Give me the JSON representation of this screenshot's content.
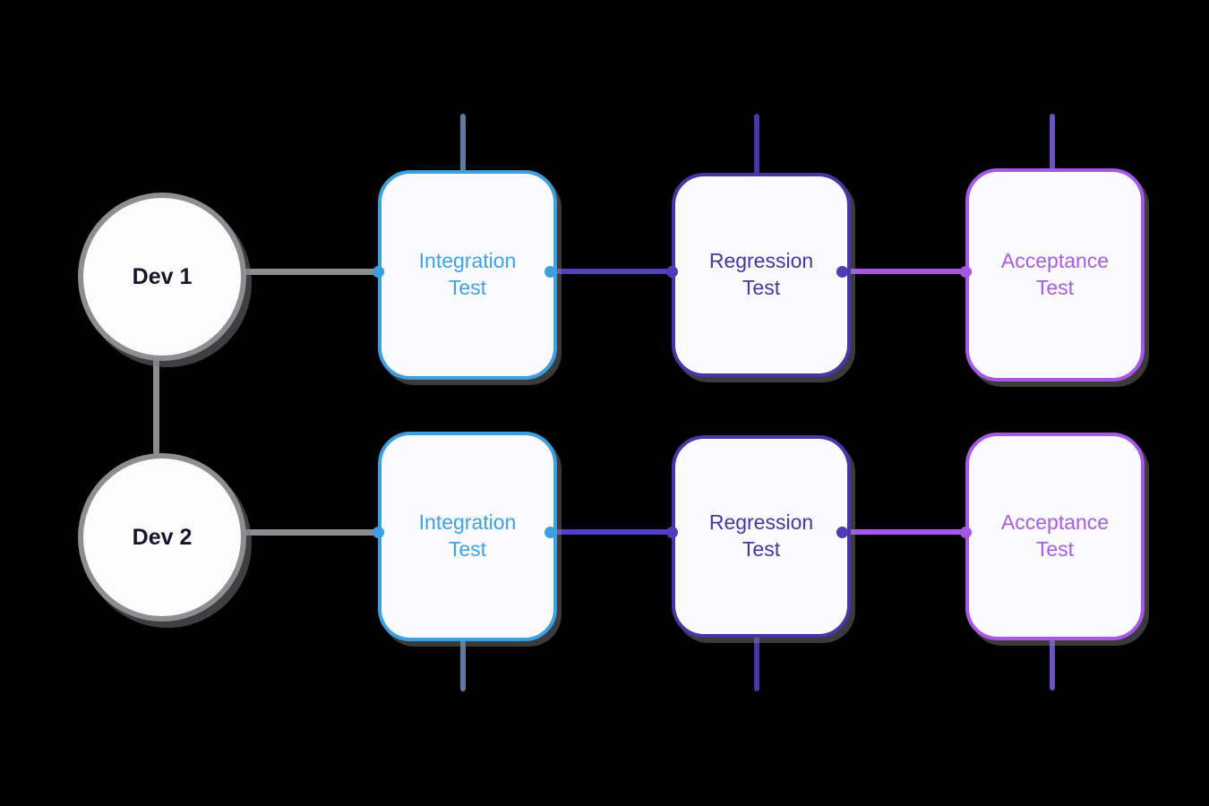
{
  "diagram": {
    "background_color": "#000000",
    "devs": [
      {
        "label": "Dev 1"
      },
      {
        "label": "Dev 2"
      }
    ],
    "rows": [
      {
        "nodes": [
          {
            "label": "Integration\nTest",
            "color": "#3d9fe0"
          },
          {
            "label": "Regression\nTest",
            "color": "#4636a8"
          },
          {
            "label": "Acceptance\nTest",
            "color": "#a857e8"
          }
        ]
      },
      {
        "nodes": [
          {
            "label": "Integration\nTest",
            "color": "#3d9fe0"
          },
          {
            "label": "Regression\nTest",
            "color": "#4636a8"
          },
          {
            "label": "Acceptance\nTest",
            "color": "#a857e8"
          }
        ]
      }
    ],
    "connections": [
      "Dev 1 -> Integration Test (row 1)",
      "Integration Test -> Regression Test (row 1)",
      "Regression Test -> Acceptance Test (row 1)",
      "Dev 1 -> Dev 2",
      "Dev 2 -> Integration Test (row 2)",
      "Integration Test -> Regression Test (row 2)",
      "Regression Test -> Acceptance Test (row 2)"
    ],
    "colors": {
      "node_fill": "#fbfbfd",
      "circle_border": "#8e8e92",
      "gray_connector": "#8d8d90",
      "blue": "#3d9fe0",
      "indigo": "#4636a8",
      "purple": "#a857e8",
      "violet_connector": "#4f41c4",
      "slate_stub": "#5d7ca0",
      "lavender_stub": "#6a52c4"
    }
  }
}
